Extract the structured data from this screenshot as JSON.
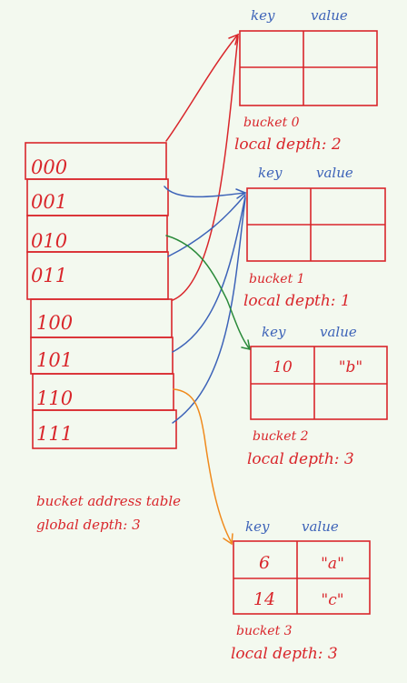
{
  "address_table": {
    "entries": [
      "000",
      "001",
      "010",
      "011",
      "100",
      "101",
      "110",
      "111"
    ],
    "caption": "bucket address table",
    "global_depth": "global depth: 3"
  },
  "buckets": [
    {
      "key_header": "key",
      "value_header": "value",
      "label": "bucket 0",
      "local_depth": "local depth: 2",
      "rows": [
        [
          "",
          ""
        ],
        [
          "",
          ""
        ]
      ]
    },
    {
      "key_header": "key",
      "value_header": "value",
      "label": "bucket 1",
      "local_depth": "local depth: 1",
      "rows": [
        [
          "",
          ""
        ],
        [
          "",
          ""
        ]
      ]
    },
    {
      "key_header": "key",
      "value_header": "value",
      "label": "bucket 2",
      "local_depth": "local depth: 3",
      "rows": [
        [
          "10",
          "\"b\""
        ],
        [
          "",
          ""
        ]
      ]
    },
    {
      "key_header": "key",
      "value_header": "value",
      "label": "bucket 3",
      "local_depth": "local depth: 3",
      "rows": [
        [
          "6",
          "\"a\""
        ],
        [
          "14",
          "\"c\""
        ]
      ]
    }
  ],
  "arrow_colors": {
    "to_bucket_0": "#d9262b",
    "to_bucket_1": "#3d63b8",
    "to_bucket_2": "#2a8a3a",
    "to_bucket_3": "#f08a1c"
  }
}
